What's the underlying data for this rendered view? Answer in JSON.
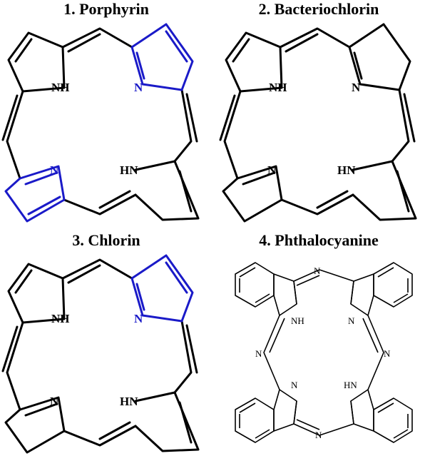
{
  "titles": {
    "porphyrin": "1. Porphyrin",
    "bacteriochlorin": "2. Bacteriochlorin",
    "chlorin": "3. Chlorin",
    "phthalocyanine": "4. Phthalocyanine"
  },
  "atoms": {
    "nh": "NH",
    "hn": "HN",
    "n": "N"
  },
  "colors": {
    "bond": "#000000",
    "highlight": "#1a1ac8"
  }
}
